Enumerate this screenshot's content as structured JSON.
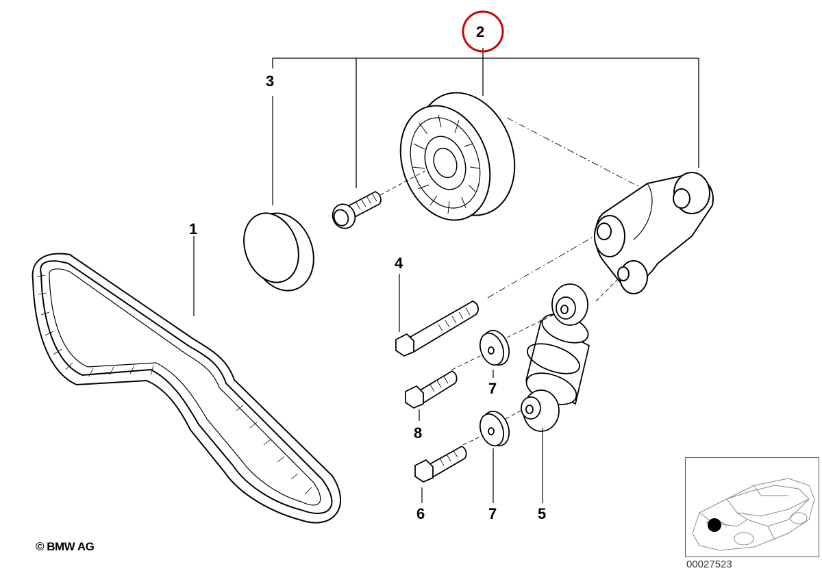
{
  "callouts": {
    "c1": "1",
    "c2": "2",
    "c3": "3",
    "c4": "4",
    "c5": "5",
    "c6": "6",
    "c7a": "7",
    "c7b": "7",
    "c8": "8"
  },
  "copyright": "© BMW AG",
  "diagram_number": "00027523",
  "colors": {
    "line": "#000000",
    "highlight_circle": "#cc0000",
    "locator_dot": "#000000"
  }
}
